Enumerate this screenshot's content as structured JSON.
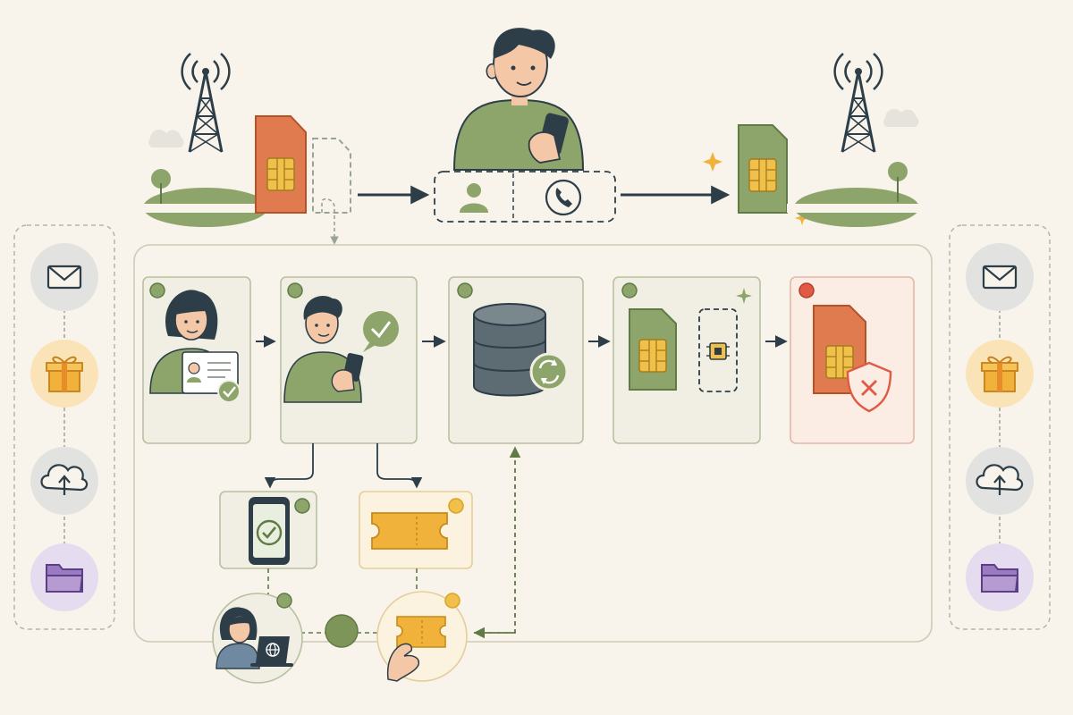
{
  "diagram": {
    "kind": "sim-swap-flow-illustration",
    "colors": {
      "background": "#f8f4ec",
      "ink": "#2d3e48",
      "green": "#8da46b",
      "green_dark": "#5f7a45",
      "green_light": "#eef0e2",
      "orange": "#e07a4f",
      "gold": "#f0c04a",
      "gold_dark": "#d9a224",
      "red": "#e05a45",
      "purple": "#b69bd3",
      "slate": "#5d6c72",
      "panel_border": "#cfc9b8",
      "dashed": "#9aa39a"
    },
    "top_row": {
      "left_tower": "cell-tower-icon",
      "old_sim": "sim-card-icon",
      "empty_slot": "empty-sim-slot-icon",
      "center_person": "person-holding-phone",
      "identity_box_icons": [
        "user-icon",
        "phone-call-icon"
      ],
      "new_sim": "sim-card-icon",
      "right_tower": "cell-tower-icon"
    },
    "side_columns": {
      "left_icons": [
        "mail-icon",
        "gift-icon",
        "cloud-upload-icon",
        "folder-icon"
      ],
      "right_icons": [
        "mail-icon",
        "gift-icon",
        "cloud-upload-icon",
        "folder-icon"
      ]
    },
    "process_steps": [
      {
        "id": "step-1",
        "icon": "woman-with-id-card",
        "status": "green"
      },
      {
        "id": "step-2",
        "icon": "man-with-phone-check",
        "status": "green"
      },
      {
        "id": "step-3",
        "icon": "database-sync-icon",
        "status": "green"
      },
      {
        "id": "step-4",
        "icon": "sim-and-esim-icon",
        "status": "green"
      },
      {
        "id": "step-5",
        "icon": "sim-blocked-shield-icon",
        "status": "red"
      }
    ],
    "sub_steps": [
      {
        "id": "phone-verified",
        "icon": "phone-check-icon",
        "status": "green"
      },
      {
        "id": "ticket",
        "icon": "ticket-icon",
        "status": "gold"
      },
      {
        "id": "online-support",
        "icon": "woman-laptop-globe",
        "status": "green"
      },
      {
        "id": "hand-ticket",
        "icon": "hand-holding-ticket",
        "status": "gold"
      }
    ]
  }
}
